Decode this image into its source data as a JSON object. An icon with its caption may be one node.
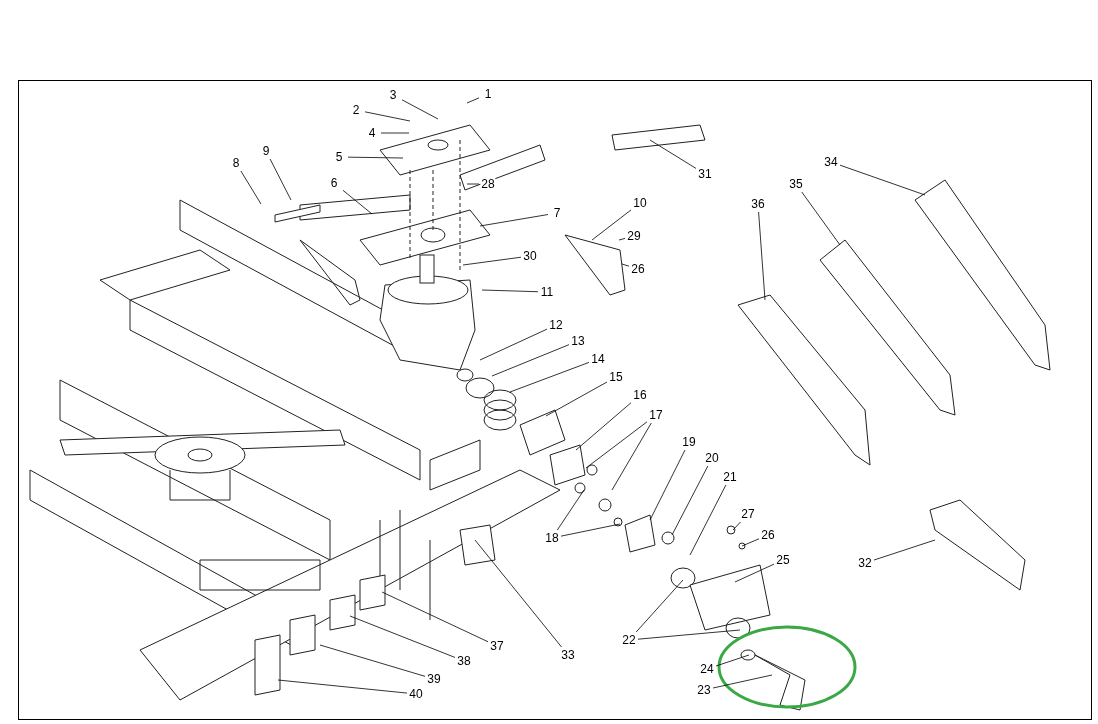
{
  "diagram": {
    "nodes": [
      {
        "text": [
          "1"
        ]
      },
      {
        "text": [
          "2"
        ]
      },
      {
        "text": [
          "3"
        ]
      },
      {
        "text": [
          "4"
        ]
      },
      {
        "text": [
          "5"
        ]
      },
      {
        "text": [
          "6"
        ]
      },
      {
        "text": [
          "7"
        ]
      },
      {
        "text": [
          "8"
        ]
      },
      {
        "text": [
          "9"
        ]
      },
      {
        "text": [
          "10"
        ]
      },
      {
        "text": [
          "11"
        ]
      },
      {
        "text": [
          "12"
        ]
      },
      {
        "text": [
          "13"
        ]
      },
      {
        "text": [
          "14"
        ]
      },
      {
        "text": [
          "15"
        ]
      },
      {
        "text": [
          "16"
        ]
      },
      {
        "text": [
          "17"
        ]
      },
      {
        "text": [
          "18"
        ]
      },
      {
        "text": [
          "19"
        ]
      },
      {
        "text": [
          "20"
        ]
      },
      {
        "text": [
          "21"
        ]
      },
      {
        "text": [
          "22"
        ]
      },
      {
        "text": [
          "23"
        ]
      },
      {
        "text": [
          "24"
        ]
      },
      {
        "text": [
          "25"
        ]
      },
      {
        "text": [
          "26"
        ]
      },
      {
        "text": [
          "26"
        ]
      },
      {
        "text": [
          "27"
        ]
      },
      {
        "text": [
          "28"
        ]
      },
      {
        "text": [
          "29"
        ]
      },
      {
        "text": [
          "30"
        ]
      },
      {
        "text": [
          "31"
        ]
      },
      {
        "text": [
          "32"
        ]
      },
      {
        "text": [
          "33"
        ]
      },
      {
        "text": [
          "34"
        ]
      },
      {
        "text": [
          "35"
        ]
      },
      {
        "text": [
          "36"
        ]
      },
      {
        "text": [
          "37"
        ]
      },
      {
        "text": [
          "38"
        ]
      },
      {
        "text": [
          "39"
        ]
      },
      {
        "text": [
          "40"
        ]
      }
    ],
    "edges": [
      {
        "from": 0,
        "to": null,
        "arrow": "none"
      },
      {
        "from": 1,
        "to": null,
        "arrow": "none"
      },
      {
        "from": 2,
        "to": null,
        "arrow": "none"
      },
      {
        "from": 3,
        "to": null,
        "arrow": "none"
      },
      {
        "from": 4,
        "to": null,
        "arrow": "none"
      },
      {
        "from": 5,
        "to": null,
        "arrow": "none"
      },
      {
        "from": 6,
        "to": null,
        "arrow": "none"
      },
      {
        "from": 7,
        "to": null,
        "arrow": "none"
      },
      {
        "from": 8,
        "to": null,
        "arrow": "none"
      },
      {
        "from": 9,
        "to": null,
        "arrow": "none"
      },
      {
        "from": 10,
        "to": null,
        "arrow": "none"
      },
      {
        "from": 11,
        "to": null,
        "arrow": "none"
      },
      {
        "from": 12,
        "to": null,
        "arrow": "none"
      },
      {
        "from": 13,
        "to": null,
        "arrow": "none"
      },
      {
        "from": 14,
        "to": null,
        "arrow": "none"
      },
      {
        "from": 15,
        "to": null,
        "arrow": "none"
      },
      {
        "from": 16,
        "to": null,
        "arrow": "none"
      },
      {
        "from": 16,
        "to": null,
        "arrow": "none"
      },
      {
        "from": 17,
        "to": null,
        "arrow": "none"
      },
      {
        "from": 17,
        "to": null,
        "arrow": "none"
      },
      {
        "from": 18,
        "to": null,
        "arrow": "none"
      },
      {
        "from": 19,
        "to": null,
        "arrow": "none"
      },
      {
        "from": 20,
        "to": null,
        "arrow": "none"
      },
      {
        "from": 21,
        "to": null,
        "arrow": "none"
      },
      {
        "from": 21,
        "to": null,
        "arrow": "none"
      },
      {
        "from": 22,
        "to": null,
        "arrow": "none"
      },
      {
        "from": 23,
        "to": null,
        "arrow": "none"
      },
      {
        "from": 24,
        "to": null,
        "arrow": "none"
      },
      {
        "from": 25,
        "to": null,
        "arrow": "none"
      },
      {
        "from": 26,
        "to": null,
        "arrow": "none"
      },
      {
        "from": 27,
        "to": null,
        "arrow": "none"
      },
      {
        "from": 28,
        "to": null,
        "arrow": "none"
      },
      {
        "from": 29,
        "to": null,
        "arrow": "none"
      },
      {
        "from": 30,
        "to": null,
        "arrow": "none"
      },
      {
        "from": 31,
        "to": null,
        "arrow": "none"
      },
      {
        "from": 32,
        "to": null,
        "arrow": "none"
      },
      {
        "from": 33,
        "to": null,
        "arrow": "none"
      },
      {
        "from": 34,
        "to": null,
        "arrow": "none"
      },
      {
        "from": 35,
        "to": null,
        "arrow": "none"
      },
      {
        "from": 36,
        "to": null,
        "arrow": "none"
      },
      {
        "from": 37,
        "to": null,
        "arrow": "none"
      },
      {
        "from": 38,
        "to": null,
        "arrow": "none"
      },
      {
        "from": 39,
        "to": null,
        "arrow": "none"
      },
      {
        "from": 40,
        "to": null,
        "arrow": "none"
      }
    ]
  }
}
